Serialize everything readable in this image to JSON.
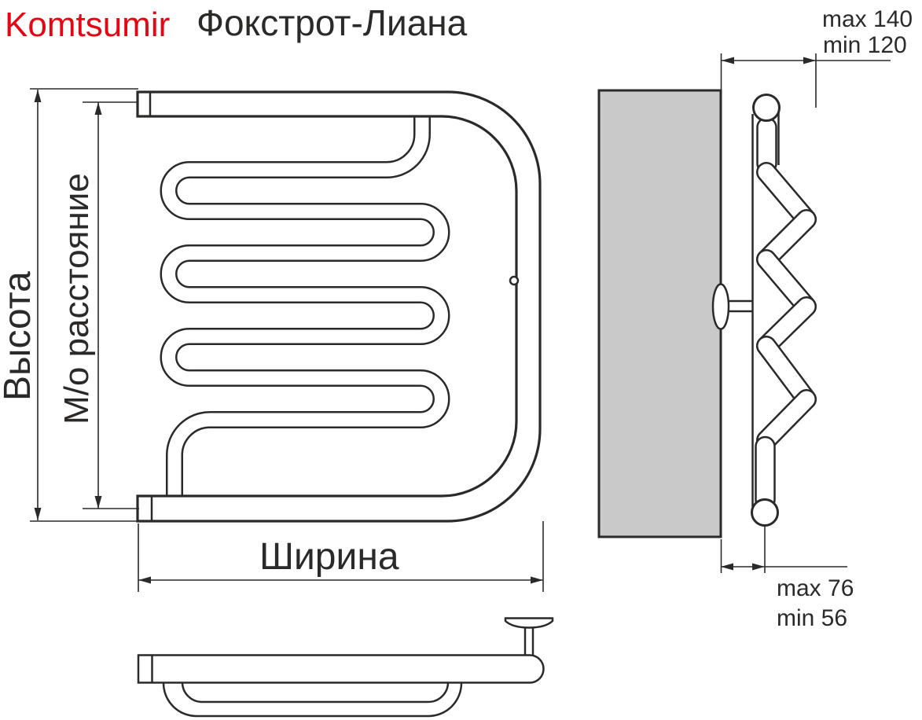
{
  "header": {
    "brand": "Komtsumir",
    "model": "Фокстрот-Лиана"
  },
  "labels": {
    "height": "Высота",
    "mo_distance": "М/о расстояние",
    "width": "Ширина"
  },
  "dimensions": {
    "wall_offset_top": {
      "max": "max 140",
      "min": "min 120"
    },
    "wall_offset_bottom": {
      "max": "max 76",
      "min": "min 56"
    }
  },
  "views": {
    "front": "front-view",
    "side": "side-view-with-wall",
    "top": "top-view"
  },
  "colors": {
    "accent_red": "#e30613",
    "line_ink": "#2b2a29",
    "wall_gray": "#c9c9c9",
    "background": "#ffffff"
  }
}
